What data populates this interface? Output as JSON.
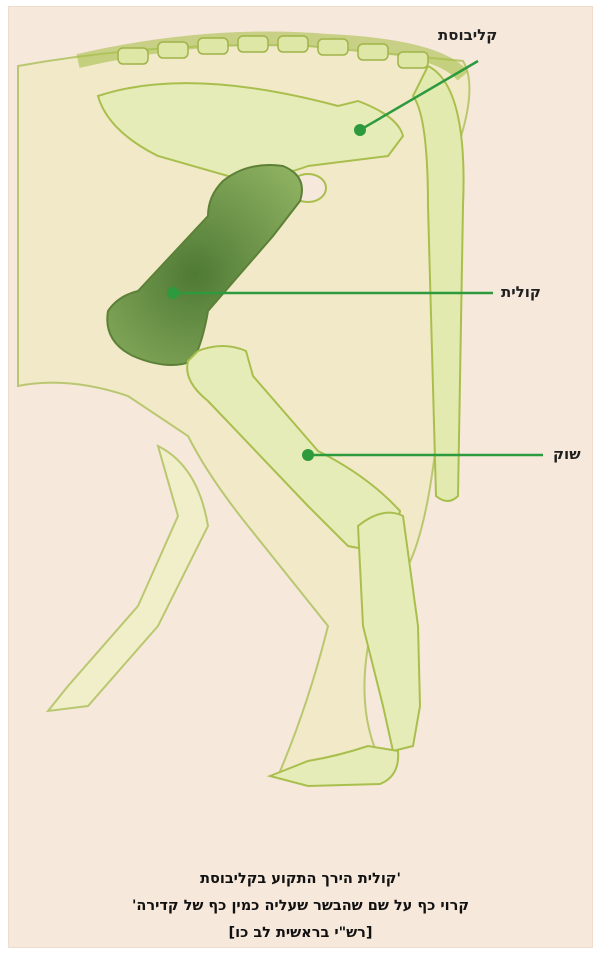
{
  "labels": {
    "pelvis": "קליבוסת",
    "femur": "קולית",
    "tibia": "שוק"
  },
  "caption": {
    "line1": "'קולית הירך התקוע בקליבוסת",
    "line2": "קרוי כף על שם שהבשר שעליה כמין כף של קדירה'",
    "line3": "[רש\"י בראשית לב כו]"
  },
  "colors": {
    "background": "#f7e8dc",
    "bone_fill": "#e6ecb8",
    "bone_stroke": "#a9bf4d",
    "femur_fill": "#6f9645",
    "leader": "#2d9a3d"
  }
}
